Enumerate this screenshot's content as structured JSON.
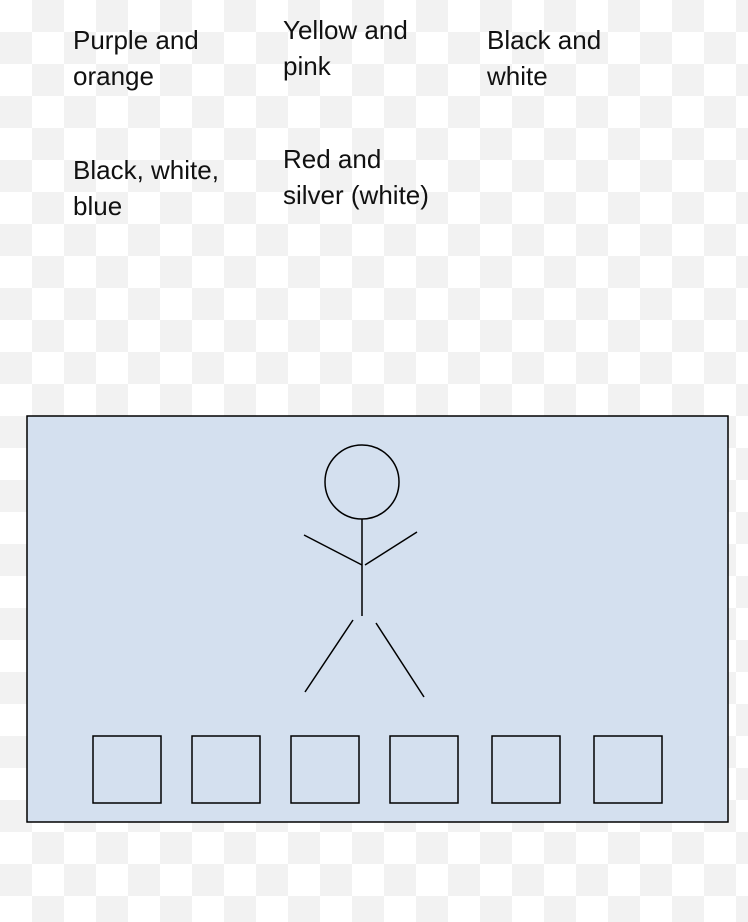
{
  "color_labels": [
    {
      "line1": "Purple and",
      "line2": "orange"
    },
    {
      "line1": "Yellow and",
      "line2": "pink"
    },
    {
      "line1": "Black and",
      "line2": "white"
    },
    {
      "line1": "Black, white,",
      "line2": "blue"
    },
    {
      "line1": "Red and",
      "line2": "silver (white)"
    }
  ],
  "panel": {
    "fill_color": "#d4e0ef",
    "stroke_color": "#000000"
  }
}
